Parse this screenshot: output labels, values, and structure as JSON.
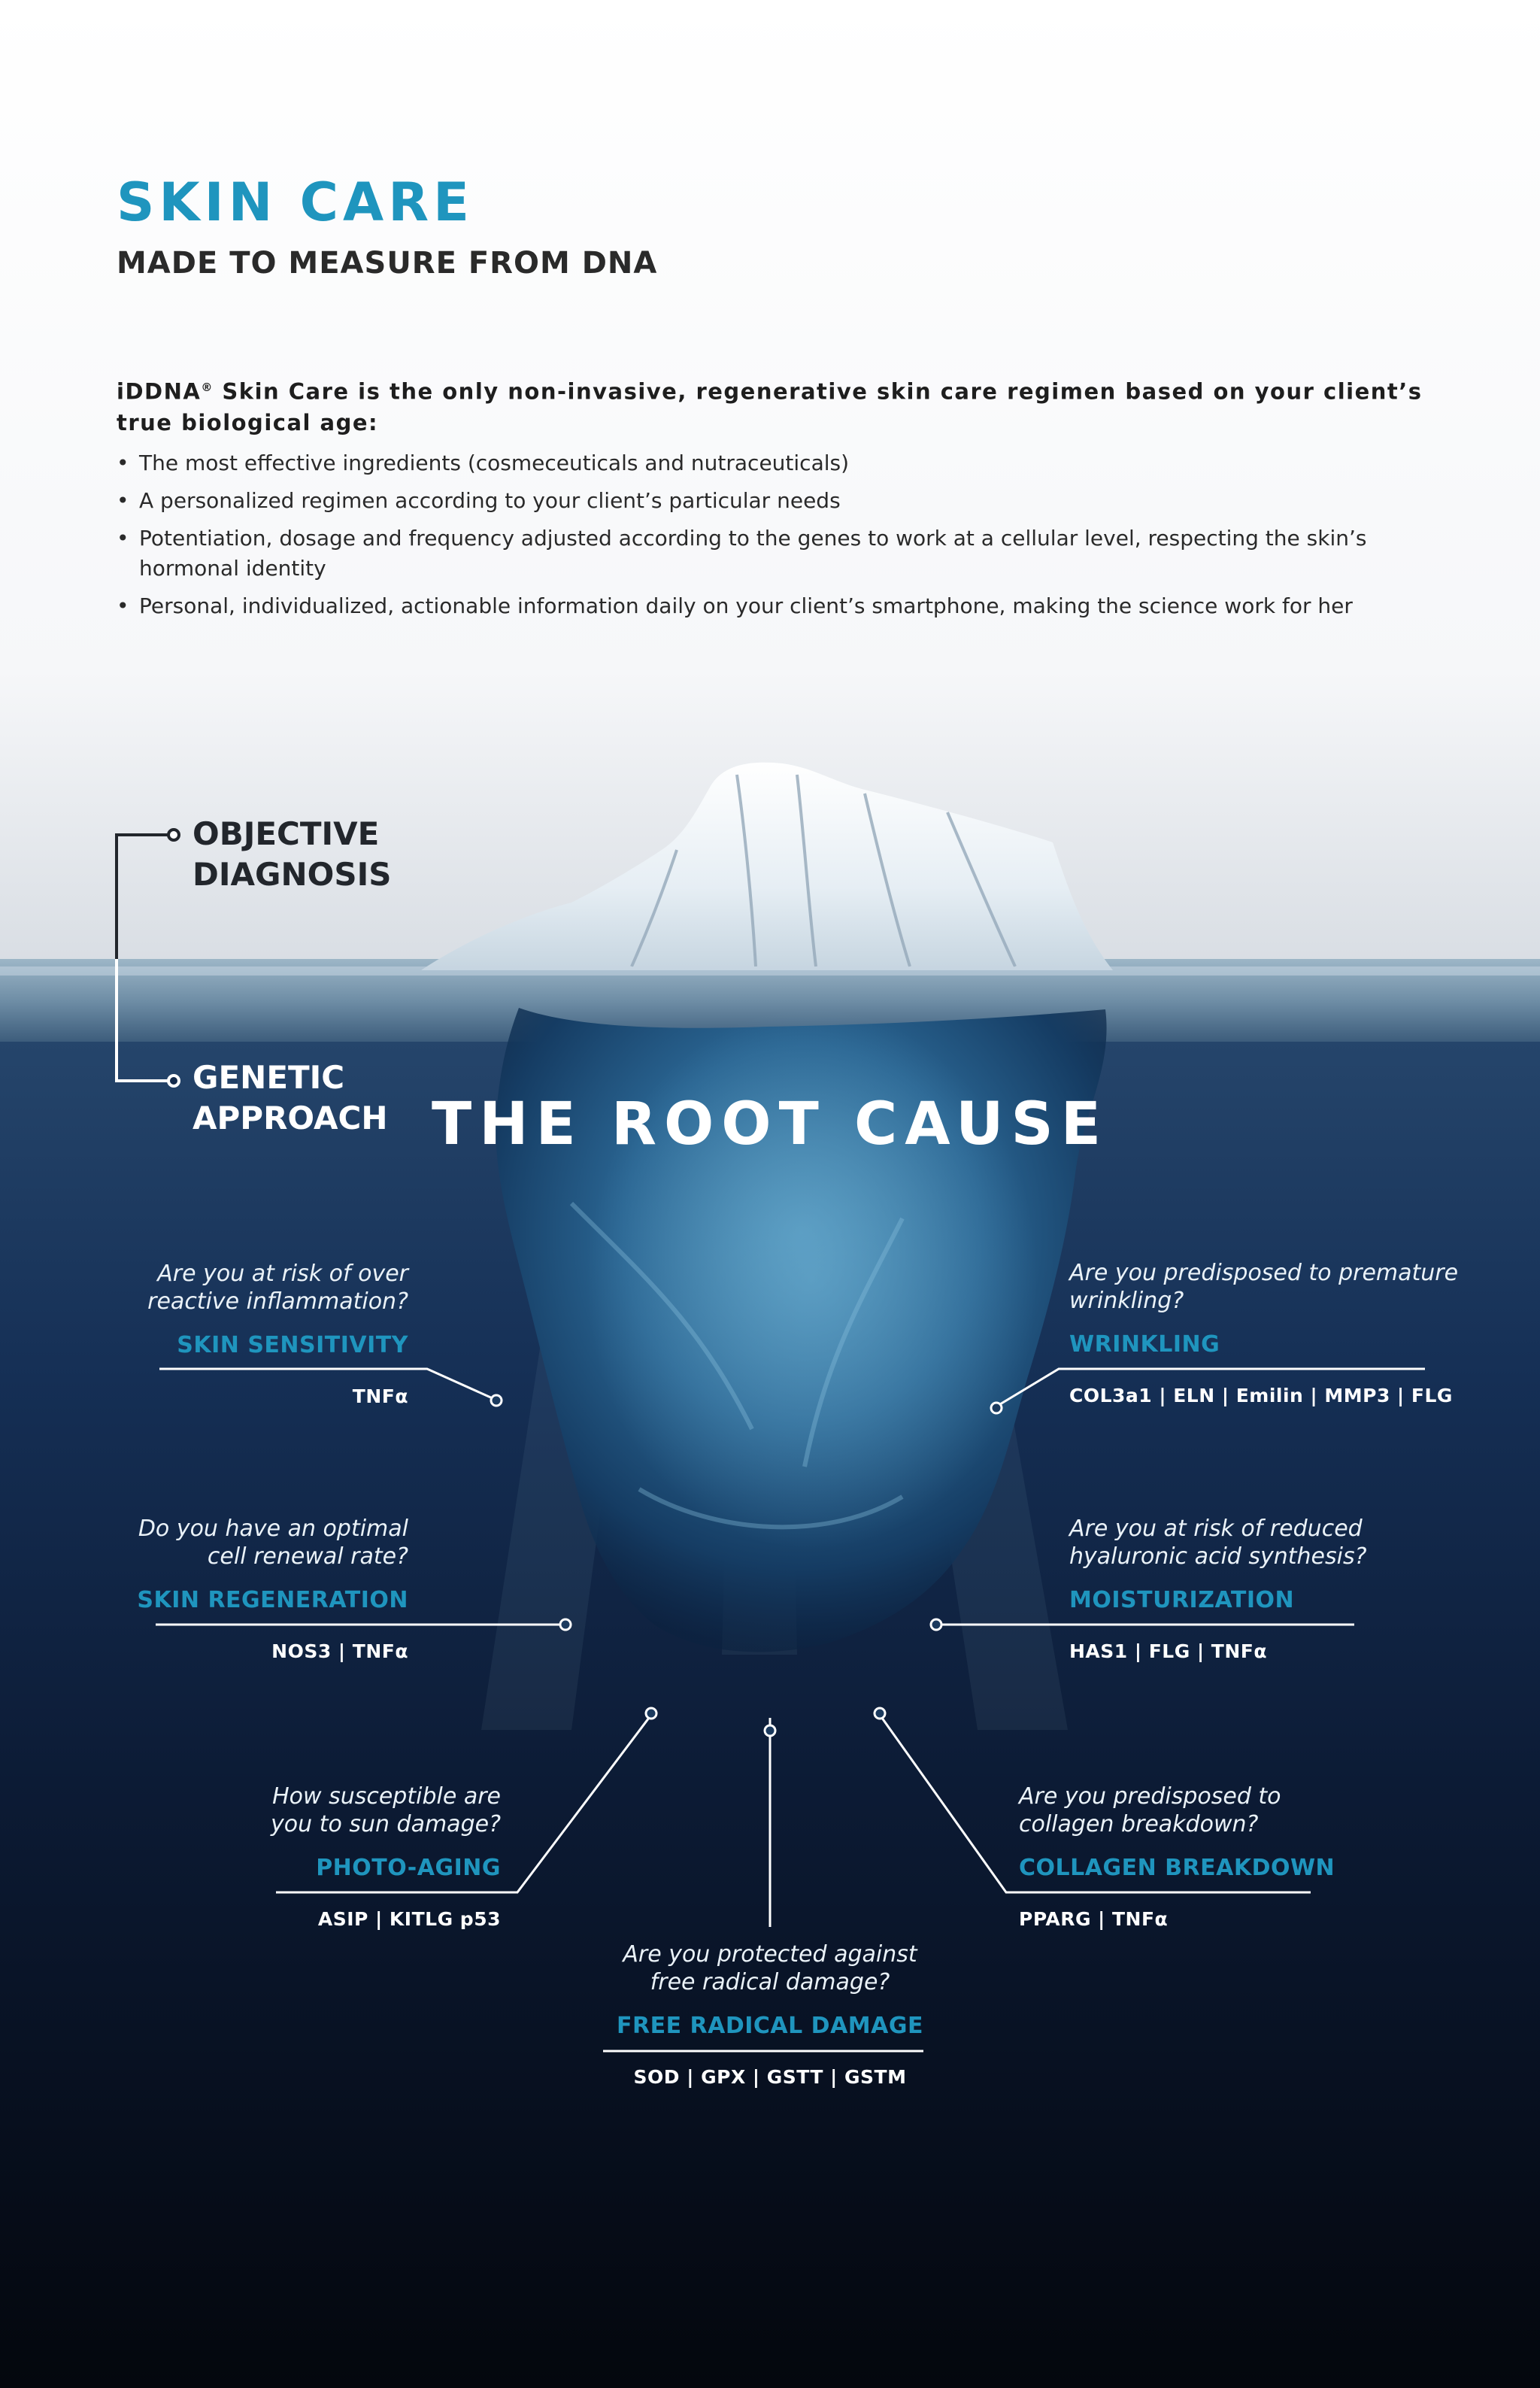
{
  "header": {
    "title": "SKIN CARE",
    "subtitle": "MADE TO MEASURE FROM DNA"
  },
  "intro": {
    "brand": "iDDNA",
    "brand_mark": "®",
    "text": " Skin Care is the only non-invasive, regenerative skin care regimen based on your client’s true biological age:"
  },
  "bullets": [
    "The most effective ingredients (cosmeceuticals and nutraceuticals)",
    "A personalized regimen according to your client’s particular needs",
    "Potentiation, dosage and frequency adjusted according to the genes to work at a cellular level, respecting the skin’s hormonal identity",
    "Personal, individualized, actionable information daily on your client’s smartphone, making the science work for her"
  ],
  "sidebar": {
    "objective": [
      "OBJECTIVE",
      "DIAGNOSIS"
    ],
    "genetic": [
      "GENETIC",
      "APPROACH"
    ]
  },
  "root_cause": "THE ROOT CAUSE",
  "callouts": {
    "skin_sensitivity": {
      "question": [
        "Are you at risk of over",
        "reactive inflammation?"
      ],
      "heading": "SKIN SENSITIVITY",
      "genes": "TNFα"
    },
    "wrinkling": {
      "question": [
        "Are you predisposed to premature",
        "wrinkling?"
      ],
      "heading": "WRINKLING",
      "genes": "COL3a1  |  ELN  |  Emilin  |  MMP3  |  FLG"
    },
    "skin_regeneration": {
      "question": [
        "Do you have an optimal",
        "cell renewal rate?"
      ],
      "heading": "SKIN REGENERATION",
      "genes": "NOS3  |  TNFα"
    },
    "moisturization": {
      "question": [
        "Are you at risk of reduced",
        "hyaluronic acid synthesis?"
      ],
      "heading": "MOISTURIZATION",
      "genes": "HAS1  |  FLG  |  TNFα"
    },
    "photo_aging": {
      "question": [
        "How susceptible are",
        "you to sun damage?"
      ],
      "heading": "PHOTO-AGING",
      "genes": "ASIP  |  KITLG p53"
    },
    "collagen_breakdown": {
      "question": [
        "Are you predisposed to",
        "collagen breakdown?"
      ],
      "heading": "COLLAGEN BREAKDOWN",
      "genes": "PPARG  |  TNFα"
    },
    "free_radical": {
      "question": [
        "Are you protected against",
        "free radical damage?"
      ],
      "heading": "FREE RADICAL DAMAGE",
      "genes": "SOD  |  GPX  |  GSTT  | GSTM"
    }
  },
  "colors": {
    "accent": "#1f95be",
    "deep_water": "#040a14",
    "ice": "#eef4f8"
  }
}
